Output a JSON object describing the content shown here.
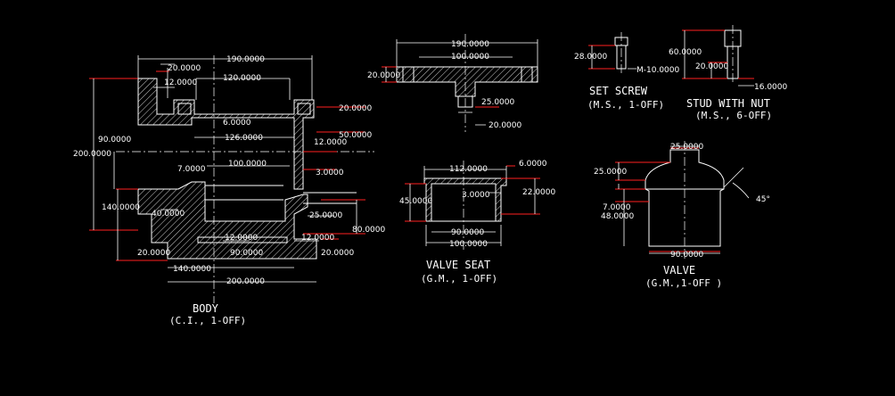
{
  "colors": {
    "background": "#000000",
    "lines": "#ffffff",
    "extension": "#ff2020"
  },
  "body_part": {
    "title": "BODY",
    "subtitle": "(C.I., 1-OFF)",
    "dims": {
      "d190": "190.0000",
      "d20a": "20.0000",
      "d120": "120.0000",
      "d12a": "12.0000",
      "d6": "6.0000",
      "d126": "126.0000",
      "d20b": "20.0000",
      "d50": "50.0000",
      "d12b": "12.0000",
      "d90": "90.0000",
      "d200v": "200.0000",
      "d100": "100.0000",
      "d7": "7.0000",
      "d3": "3.0000",
      "d140v": "140.0000",
      "d40": "40.0000",
      "d25": "25.0000",
      "d80": "80.0000",
      "d12c": "12.0000",
      "d12d": "12.0000",
      "d20c": "20.0000",
      "d90b": "90.0000",
      "d20d": "20.0000",
      "d140": "140.0000",
      "d200": "200.0000"
    }
  },
  "flange_part": {
    "dims": {
      "d190": "190.0000",
      "d100": "100.0000",
      "d20": "20.0000",
      "d25": "25.0000",
      "d20b": "20.0000"
    }
  },
  "valve_seat": {
    "title": "VALVE SEAT",
    "subtitle": "(G.M., 1-OFF)",
    "dims": {
      "d112": "112.0000",
      "d6": "6.0000",
      "d3": "3.0000",
      "d22": "22.0000",
      "d45": "45.0000",
      "d90": "90.0000",
      "d100": "100.0000"
    }
  },
  "set_screw": {
    "title": "SET SCREW",
    "subtitle": "(M.S., 1-OFF)",
    "dims": {
      "d28": "28.0000",
      "m10": "M-10.0000"
    }
  },
  "stud": {
    "title": "STUD WITH NUT",
    "subtitle": "(M.S., 6-OFF)",
    "dims": {
      "d60": "60.0000",
      "d20": "20.0000",
      "d16": "16.0000"
    }
  },
  "valve": {
    "title": "VALVE",
    "subtitle": "(G.M.,1-OFF )",
    "dims": {
      "d25a": "25.0000",
      "d25b": "25.0000",
      "d7": "7.0000",
      "d48": "48.0000",
      "d90": "90.0000",
      "angle": "45°"
    }
  }
}
